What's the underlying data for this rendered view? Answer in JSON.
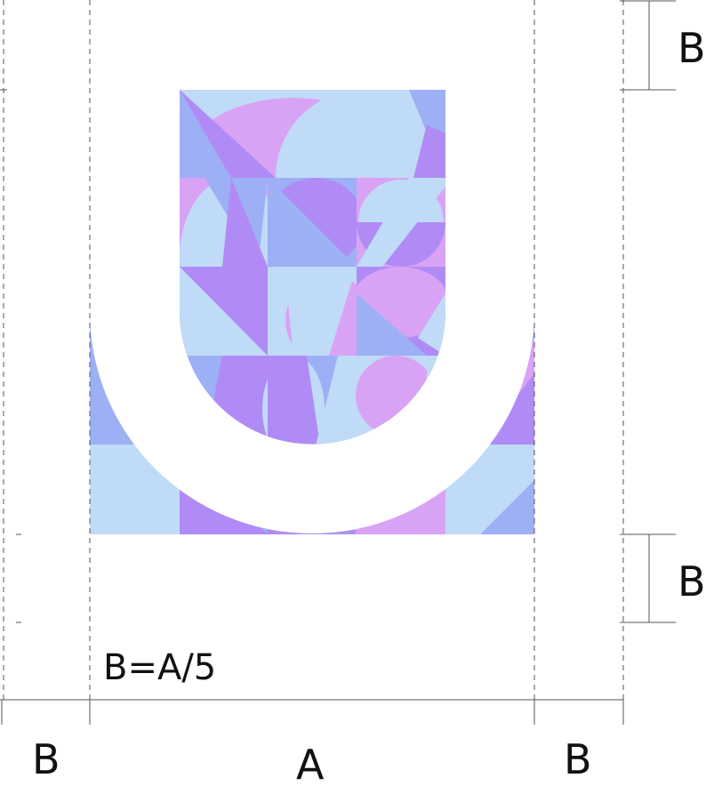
{
  "diagram": {
    "labels": {
      "b_top_right": "B",
      "b_bottom_right": "B",
      "formula": "B=A/5",
      "b_bottom_left": "B",
      "a_bottom_center": "A",
      "b_bottom_far_right": "B"
    },
    "colors": {
      "light_blue": "#c0dbf7",
      "periwinkle": "#9db0f5",
      "lavender": "#b08bf5",
      "pink_violet": "#d9a3f5",
      "background": "#ffffff",
      "guide_line": "#555555"
    }
  }
}
